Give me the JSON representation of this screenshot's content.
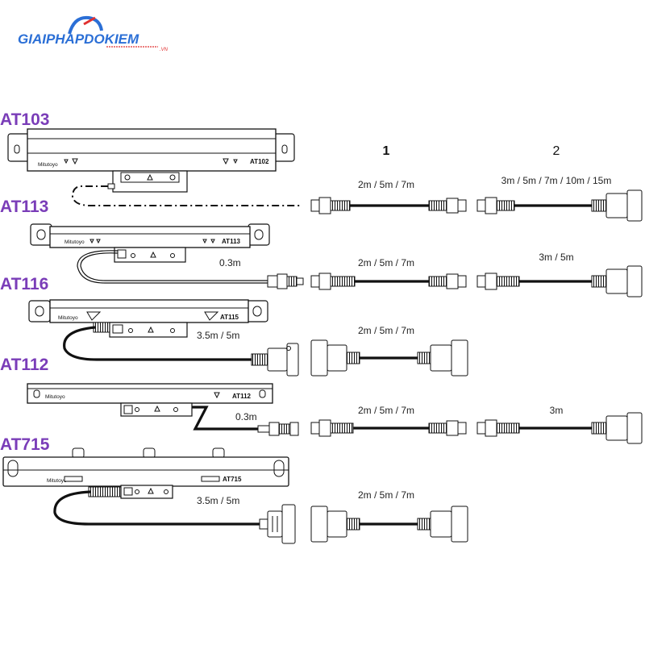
{
  "colors": {
    "accent": "#7a3db8",
    "logo_blue": "#2b6fd6",
    "logo_red": "#e03030",
    "line": "#111111"
  },
  "logo": {
    "text": "GIAIPHAPDOKIEM",
    "suffix": ".VN"
  },
  "columns": {
    "col1": "1",
    "col2": "2"
  },
  "rows": [
    {
      "model": "AT103",
      "scale_tag": "AT102",
      "brand": "Mitutoyo",
      "head_cable": "",
      "cable1": "2m / 5m / 7m",
      "cable2": "3m / 5m / 7m / 10m / 15m"
    },
    {
      "model": "AT113",
      "scale_tag": "AT113",
      "brand": "Mitutoyo",
      "head_cable": "0.3m",
      "cable1": "2m / 5m / 7m",
      "cable2": "3m / 5m"
    },
    {
      "model": "AT116",
      "scale_tag": "AT115",
      "brand": "Mitutoyo",
      "head_cable": "3.5m / 5m",
      "cable1": "2m / 5m / 7m",
      "cable2": ""
    },
    {
      "model": "AT112",
      "scale_tag": "AT112",
      "brand": "Mitutoyo",
      "head_cable": "0.3m",
      "cable1": "2m / 5m / 7m",
      "cable2": "3m"
    },
    {
      "model": "AT715",
      "scale_tag": "AT715",
      "brand": "Mitutoyo",
      "head_cable": "3.5m / 5m",
      "cable1": "2m / 5m / 7m",
      "cable2": ""
    }
  ]
}
